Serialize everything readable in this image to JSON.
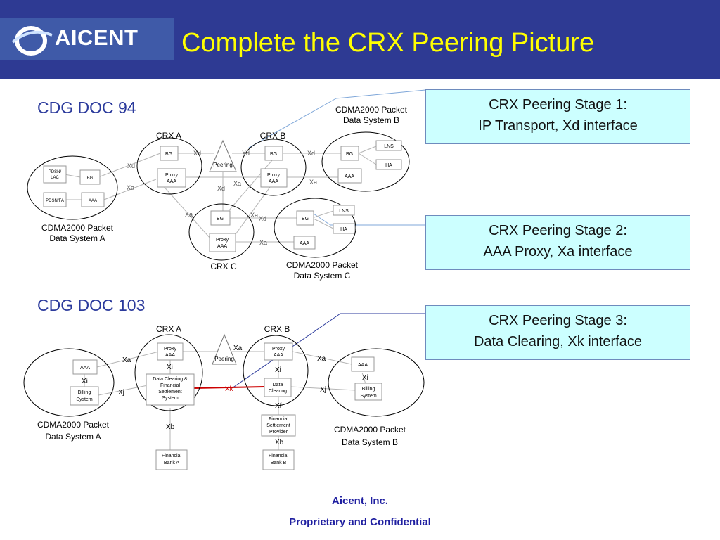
{
  "header": {
    "logo_text": "AICENT",
    "title": "Complete the CRX Peering Picture"
  },
  "doc94": {
    "heading": "CDG DOC 94",
    "crx_a": "CRX A",
    "crx_b": "CRX B",
    "crx_c": "CRX C",
    "sys_a": [
      "CDMA2000 Packet",
      "Data System A"
    ],
    "sys_b": [
      "CDMA2000 Packet",
      "Data System B"
    ],
    "sys_c": [
      "CDMA2000 Packet",
      "Data System C"
    ],
    "pdsn_lac": [
      "PDSN/",
      "LAC"
    ],
    "pdsn_fa": "PDSN/FA",
    "bg": "BG",
    "aaa": "AAA",
    "lns": "LNS",
    "ha": "HA",
    "proxy_aaa": [
      "Proxy",
      "AAA"
    ],
    "peering": "Peering",
    "xd": "Xd",
    "xa": "Xa"
  },
  "doc103": {
    "heading": "CDG DOC 103",
    "crx_a": "CRX A",
    "crx_b": "CRX B",
    "sys_a": [
      "CDMA2000 Packet",
      "Data System A"
    ],
    "sys_b": [
      "CDMA2000 Packet",
      "Data System B"
    ],
    "aaa": "AAA",
    "billing": [
      "Billing",
      "System"
    ],
    "proxy_aaa": [
      "Proxy",
      "AAA"
    ],
    "peering": "Peering",
    "dc_fss": [
      "Data Clearing &",
      "Financial",
      "Settlement",
      "System"
    ],
    "data_clearing": [
      "Data",
      "Clearing"
    ],
    "fsp": [
      "Financial",
      "Settlement",
      "Provider"
    ],
    "bank_a": [
      "Financial",
      "Bank A"
    ],
    "bank_b": [
      "Financial",
      "Bank B"
    ],
    "xa": "Xa",
    "xi": "Xi",
    "xj": "Xj",
    "xk": "Xk",
    "xf": "Xf",
    "xb": "Xb"
  },
  "stages": [
    {
      "line1": "CRX Peering Stage 1:",
      "line2": "IP Transport, Xd interface"
    },
    {
      "line1": "CRX Peering Stage 2:",
      "line2": "AAA Proxy, Xa interface"
    },
    {
      "line1": "CRX Peering Stage 3:",
      "line2": "Data Clearing, Xk interface"
    }
  ],
  "footer": {
    "company": "Aicent, Inc.",
    "confidential": "Proprietary and Confidential"
  },
  "colors": {
    "header_bg": "#2e3a93",
    "title": "#ffff00",
    "stage_bg": "#ccffff",
    "xk_line": "#cc0000",
    "text_blue": "#2b3a9c"
  }
}
